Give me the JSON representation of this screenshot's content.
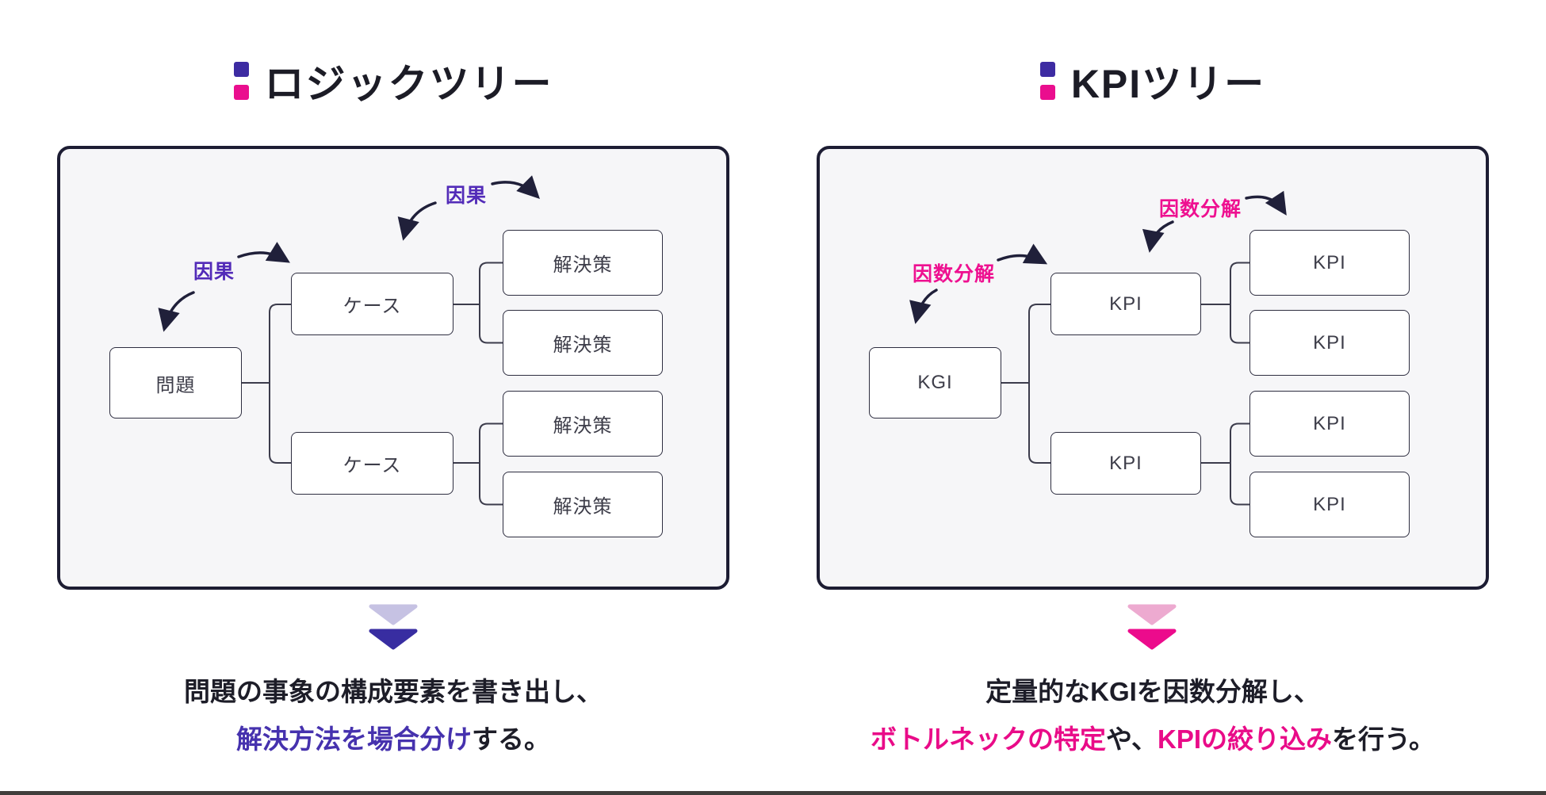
{
  "left_section": {
    "title": "ロジックツリー",
    "relation_label_upper": "因果",
    "relation_label_lower": "因果",
    "nodes": {
      "root": "問題",
      "mid_1": "ケース",
      "mid_2": "ケース",
      "leaf_1": "解決策",
      "leaf_2": "解決策",
      "leaf_3": "解決策",
      "leaf_4": "解決策"
    },
    "description": {
      "line1_dark": "問題の事象の構成要素を書き出し、",
      "line2_accent": "解決方法を場合分け",
      "line2_dark": "する。"
    }
  },
  "right_section": {
    "title": "KPIツリー",
    "relation_label_upper": "因数分解",
    "relation_label_lower": "因数分解",
    "nodes": {
      "root": "KGI",
      "mid_1": "KPI",
      "mid_2": "KPI",
      "leaf_1": "KPI",
      "leaf_2": "KPI",
      "leaf_3": "KPI",
      "leaf_4": "KPI"
    },
    "description": {
      "line1_dark": "定量的なKGIを因数分解し、",
      "line2_accent_1": "ボトルネックの特定",
      "line2_dark_1": "や、",
      "line2_accent_2": "KPIの絞り込み",
      "line2_dark_2": "を行う。"
    }
  },
  "colors": {
    "purple_accent": "#4632ae",
    "purple_label": "#522bb8",
    "purple_deep": "#382da1",
    "purple_light": "#c6c2e3",
    "pink_accent": "#e90b88",
    "pink_label": "#ee1090",
    "pink_deep": "#ec0b8c",
    "pink_light": "#edaad0",
    "text_dark": "#1d1d28",
    "panel_background": "#f6f6f8",
    "panel_border": "#1d1d33"
  }
}
